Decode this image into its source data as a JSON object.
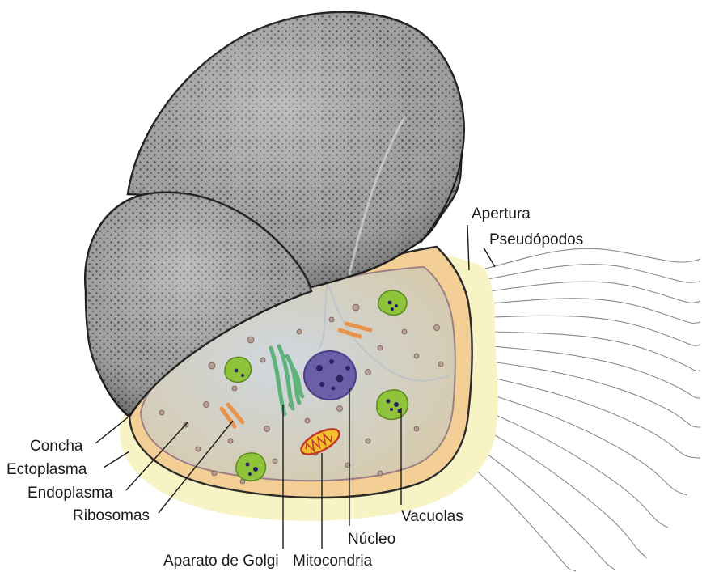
{
  "labels": {
    "apertura": "Apertura",
    "pseudopodos": "Pseudópodos",
    "concha": "Concha",
    "ectoplasma": "Ectoplasma",
    "endoplasma": "Endoplasma",
    "ribosomas": "Ribosomas",
    "aparato_golgi": "Aparato de Golgi",
    "mitocondria": "Mitocondria",
    "nucleo": "Núcleo",
    "vacuolas": "Vacuolas"
  },
  "colors": {
    "shell": "#8c8c8c",
    "shell_outline": "#1a1a1a",
    "ectoplasm_halo": "#f7f3c4",
    "ectoplasm_band": "#f3cf95",
    "endoplasm": "#c8d0d8",
    "nucleus": "#6b5fa8",
    "golgi": "#5fb37a",
    "mitochondria": "#f2c02a",
    "ribosome": "#f0a055",
    "vacuole": "#8fc43a"
  }
}
